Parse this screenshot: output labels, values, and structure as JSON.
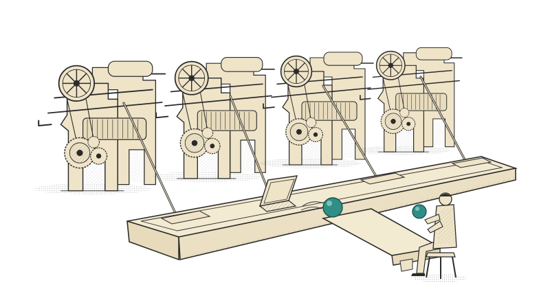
{
  "illustration": {
    "style": "engraved line drawing",
    "palette": {
      "background": "#ffffff",
      "paper": "#f1e8cf",
      "wood": "#efe4c8",
      "ink": "#2b2b2b",
      "ball": "#2f8f86",
      "ball_dark": "#1f6760"
    },
    "machines": [
      {
        "name": "machine-1"
      },
      {
        "name": "machine-2"
      },
      {
        "name": "machine-3"
      },
      {
        "name": "machine-4"
      }
    ],
    "balls": [
      {
        "name": "ball-on-track"
      },
      {
        "name": "ball-in-hand"
      }
    ],
    "figure": "seated-man-on-stool"
  }
}
